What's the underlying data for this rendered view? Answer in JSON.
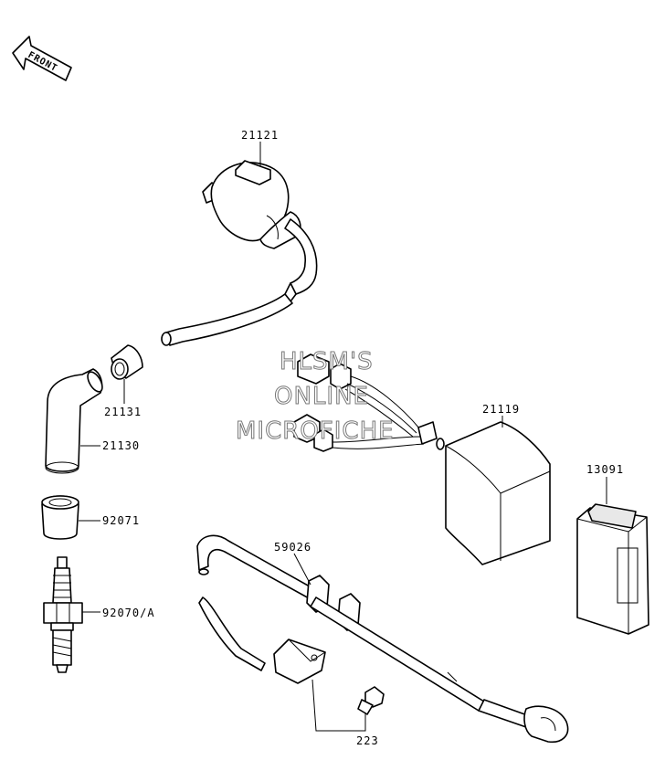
{
  "front_indicator": {
    "text": "FRONT"
  },
  "watermark": {
    "line1": "HLSM'S",
    "line2": "ONLINE",
    "line3": "MICROFICHE"
  },
  "parts": {
    "p21121": "21121",
    "p21131": "21131",
    "p21130": "21130",
    "p92071": "92071",
    "p92070": "92070/A",
    "p21119": "21119",
    "p13091": "13091",
    "p59026": "59026",
    "p223": "223"
  }
}
